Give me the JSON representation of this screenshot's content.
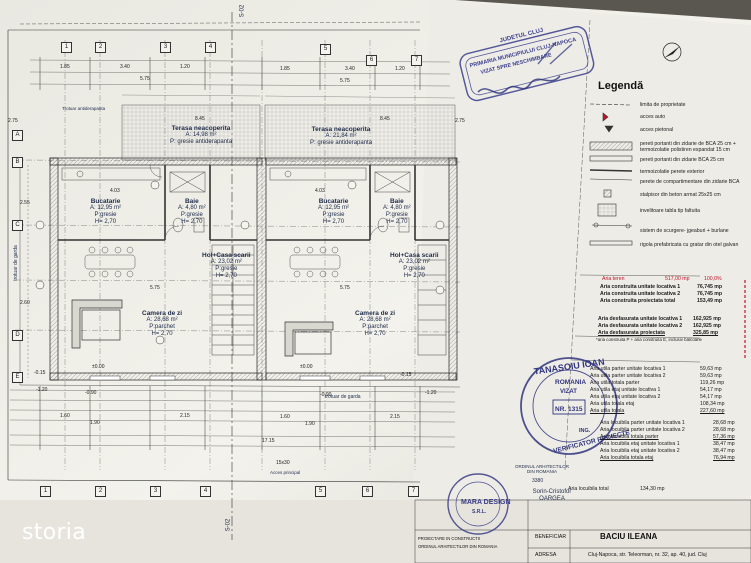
{
  "brand": "storia",
  "sections": {
    "top": "S-02",
    "bottom": "S-02"
  },
  "grid_top": [
    "1",
    "2",
    "3",
    "4",
    "5",
    "6",
    "7"
  ],
  "grid_bottom": [
    "1",
    "2",
    "3",
    "4",
    "5",
    "6",
    "7"
  ],
  "grid_left": [
    "A",
    "B",
    "C",
    "D",
    "E"
  ],
  "rooms": [
    {
      "name": "Terasa neacoperita",
      "a": "A: 14,98 m²",
      "p": "P: gresie antiderapanta"
    },
    {
      "name": "Terasa neacoperita",
      "a": "A: 21,84 m²",
      "p": "P: gresie antiderapanta"
    },
    {
      "name": "Bucatarie",
      "a": "A: 12,95 m²",
      "p": "P:gresie",
      "h": "H= 2,70"
    },
    {
      "name": "Baie",
      "a": "A: 4,80 m²",
      "p": "P:gresie",
      "h": "H= 2,70"
    },
    {
      "name": "Bucatarie",
      "a": "A: 12,95 m²",
      "p": "P:gresie",
      "h": "H= 2,70"
    },
    {
      "name": "Baie",
      "a": "A: 4,80 m²",
      "p": "P:gresie",
      "h": "H= 2,70"
    },
    {
      "name": "Hol+Casa scarii",
      "a": "A: 23,02 m²",
      "p": "P:gresie",
      "h": "H= 2,70"
    },
    {
      "name": "Hol+Casa scarii",
      "a": "A: 23,02 m²",
      "p": "P:gresie",
      "h": "H= 2,70"
    },
    {
      "name": "Camera de zi",
      "a": "A: 28,68 m²",
      "p": "P:parchet",
      "h": "H= 2,70"
    },
    {
      "name": "Camera de zi",
      "a": "A: 28,68 m²",
      "p": "P:parchet",
      "h": "H= 2,70"
    }
  ],
  "plan_labels": {
    "fence": "trotuar de garda",
    "fence2": "trotuar de garda",
    "acces": "Acces principal",
    "walkway": "Trotuar antiderapanta"
  },
  "dimensions": {
    "top": [
      "1.85",
      "3.40",
      "1.20",
      "1.85",
      "3.40",
      "1.20",
      "5.75",
      "5.75"
    ],
    "rows": [
      "-0.15",
      "±0.00",
      "±0.00",
      "-0.15",
      "-1.20",
      "-1.20",
      "-0.90",
      "-0.90"
    ],
    "bottom": [
      "1.60",
      "1.90",
      "2.15",
      "1.60",
      "1.90",
      "2.15",
      "17.15",
      "15x30"
    ],
    "misc": [
      "4.03",
      "4.03",
      "8.45",
      "8.45",
      "5.75",
      "5.75",
      "2.55",
      "2.60",
      "2.75",
      "2.75"
    ]
  },
  "legend": {
    "title": "Legendă",
    "items": [
      "limita de proprietate",
      "acces auto",
      "acces pietonal",
      "pereti portanti din zidarie de BCA 25 cm + termoizolatie polistiren expandat 15 cm",
      "pereti portanti din zidarie BCA 25 cm",
      "termoizolatie perete exterior",
      "perete de compartimentare din zidarie BCA",
      "stalpisor din beton armat 25x25 cm",
      "invelitoare tabla tip faltuita",
      "sistem de scurgere- jgeaburi + burlane",
      "rigola prefabricata cu gratar din otel galvan"
    ]
  },
  "areas": [
    {
      "label": "Aria teren",
      "value": "517,00 mp",
      "pct": "100,0%",
      "style": "red"
    },
    {
      "label": "Aria construita unitate locativa 1",
      "value": "76,745 mp",
      "style": "b"
    },
    {
      "label": "Aria construita unitate locativa 2",
      "value": "76,745 mp",
      "style": "b"
    },
    {
      "label": "Aria construita proiectata total",
      "value": "153,49 mp",
      "style": "b"
    },
    {
      "label": "Aria desfasurata unitate locativa 1",
      "value": "162,925 mp",
      "style": "b"
    },
    {
      "label": "Aria desfasurata unitate locativa 2",
      "value": "162,925 mp",
      "style": "b"
    },
    {
      "label": "Aria desfasurata proiectata",
      "value": "325,85 mp",
      "style": "bu"
    },
    {
      "label": "*aria construita P + aria construita E, inclusiv balcoane",
      "value": "",
      "style": ""
    },
    {
      "label": "Aria utila parter unitate locativa 1",
      "value": "59,63 mp",
      "style": ""
    },
    {
      "label": "Aria utila parter unitate locativa 2",
      "value": "59,63 mp",
      "style": ""
    },
    {
      "label": "Aria utila totala parter",
      "value": "119,26 mp",
      "style": ""
    },
    {
      "label": "Aria utila etaj unitate locativa 1",
      "value": "54,17 mp",
      "style": ""
    },
    {
      "label": "Aria utila etaj unitate locativa 2",
      "value": "54,17 mp",
      "style": ""
    },
    {
      "label": "Aria utila totala etaj",
      "value": "108,34 mp",
      "style": ""
    },
    {
      "label": "Aria utila totala",
      "value": "227,60 mp",
      "style": "u"
    },
    {
      "label": "Aria locuibila parter unitate locativa 1",
      "value": "28,68 mp",
      "style": ""
    },
    {
      "label": "Aria locuibila parter unitate locativa 2",
      "value": "28,68 mp",
      "style": ""
    },
    {
      "label": "Aria locuibila totala parter",
      "value": "57,36 mp",
      "style": "u"
    },
    {
      "label": "Aria locuibila etaj unitate locativa 1",
      "value": "38,47 mp",
      "style": ""
    },
    {
      "label": "Aria locuibila etaj unitate locativa 2",
      "value": "38,47 mp",
      "style": ""
    },
    {
      "label": "Aria locuibila totala etaj",
      "value": "76,94 mp",
      "style": "u"
    },
    {
      "label": "Aria locuibila total",
      "value": "134,30 mp",
      "style": ""
    }
  ],
  "stamps": {
    "municipal": "PRIMARIA MUNICIPIULUI CLUJ-NAPOCA",
    "municipal_sub": "VIZAT SPRE NESCHIMBARE",
    "municipal_top": "JUDETUL CLUJ",
    "architect": "TANASOIU IOAN",
    "architect_mid": "ROMANIA",
    "architect_mid2": "VIZAT",
    "architect_nr": "NR. 1315",
    "architect_bot": "VERIFICATOR PROIECTE",
    "architect_side": "ING.",
    "company": "MARA DESIGN",
    "company_srl": "S.R.L.",
    "company_ring": "ORDINUL ARHITECTILOR DIN ROMANIA",
    "company_nr": "3380",
    "company_name": "Sorin-Cristofor OARGEA"
  },
  "title_block": {
    "beneficiar_label": "BENEFICIAR",
    "beneficiar": "BACIU ILEANA",
    "adresa_label": "ADRESA",
    "adresa": "Cluj-Napoca, str. Teleorman, nr. 32, ap. 40, jud. Cluj",
    "proiectant": "PROIECTARE IN CONSTRUCTII",
    "oar": "ORDINUL ARHITECTILOR DIN ROMANIA"
  }
}
